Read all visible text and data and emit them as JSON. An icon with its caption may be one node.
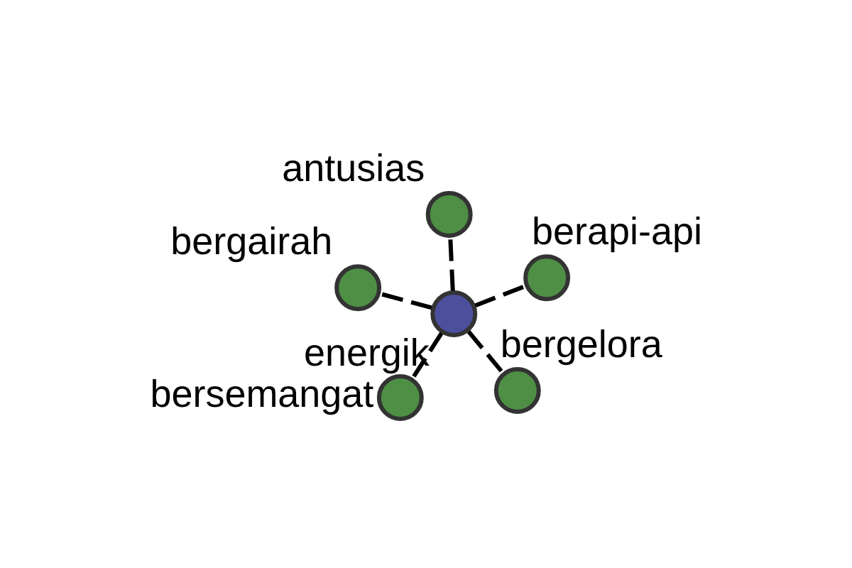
{
  "diagram": {
    "nodes": [
      {
        "text": [],
        "shape": "circle",
        "beside": [
          "energik"
        ]
      },
      {
        "text": [],
        "shape": "circle",
        "beside": [
          "bergelora"
        ]
      },
      {
        "text": [],
        "shape": "circle",
        "beside": [
          "bersemangat"
        ]
      },
      {
        "text": [],
        "shape": "circle",
        "beside": [
          "bergairah"
        ]
      },
      {
        "text": [],
        "shape": "circle",
        "beside": [
          "berapi-api"
        ]
      },
      {
        "text": [],
        "shape": "circle",
        "beside": [
          "antusias"
        ]
      }
    ],
    "edges": [
      {
        "from": 0,
        "to": 1,
        "arrow": "none",
        "style": "dashed"
      },
      {
        "from": 0,
        "to": 2,
        "arrow": "none",
        "style": "dashed"
      },
      {
        "from": 0,
        "to": 3,
        "arrow": "none",
        "style": "dashed"
      },
      {
        "from": 0,
        "to": 4,
        "arrow": "none",
        "style": "dashed"
      },
      {
        "from": 0,
        "to": 5,
        "arrow": "none",
        "style": "dashed"
      }
    ]
  }
}
